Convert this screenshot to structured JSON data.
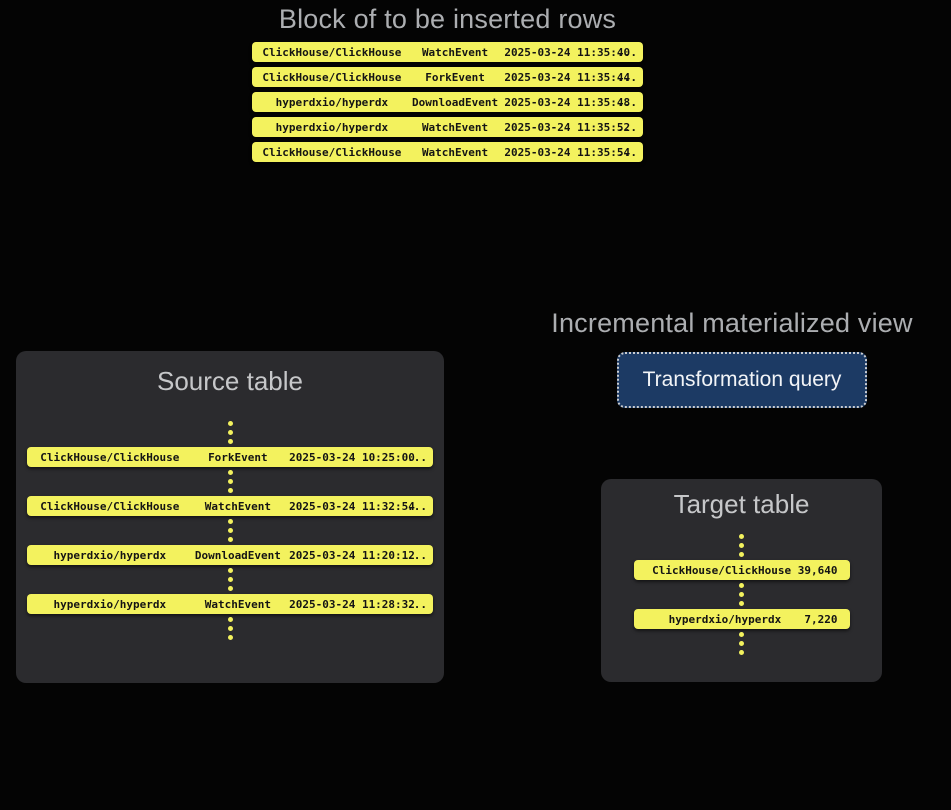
{
  "insert_block": {
    "title": "Block of to be inserted rows",
    "rows": [
      {
        "repo": "ClickHouse/ClickHouse",
        "event": "WatchEvent",
        "timestamp": "2025-03-24 11:35:40",
        "more": "..."
      },
      {
        "repo": "ClickHouse/ClickHouse",
        "event": "ForkEvent",
        "timestamp": "2025-03-24 11:35:44",
        "more": "..."
      },
      {
        "repo": "hyperdxio/hyperdx",
        "event": "DownloadEvent",
        "timestamp": "2025-03-24 11:35:48",
        "more": "..."
      },
      {
        "repo": "hyperdxio/hyperdx",
        "event": "WatchEvent",
        "timestamp": "2025-03-24 11:35:52",
        "more": "..."
      },
      {
        "repo": "ClickHouse/ClickHouse",
        "event": "WatchEvent",
        "timestamp": "2025-03-24 11:35:54",
        "more": "..."
      }
    ]
  },
  "materialized_view": {
    "title": "Incremental materialized view",
    "button_label": "Transformation query"
  },
  "source_table": {
    "title": "Source table",
    "rows": [
      {
        "repo": "ClickHouse/ClickHouse",
        "event": "ForkEvent",
        "timestamp": "2025-03-24 10:25:00",
        "more": "..."
      },
      {
        "repo": "ClickHouse/ClickHouse",
        "event": "WatchEvent",
        "timestamp": "2025-03-24 11:32:54",
        "more": "..."
      },
      {
        "repo": "hyperdxio/hyperdx",
        "event": "DownloadEvent",
        "timestamp": "2025-03-24 11:20:12",
        "more": "..."
      },
      {
        "repo": "hyperdxio/hyperdx",
        "event": "WatchEvent",
        "timestamp": "2025-03-24 11:28:32",
        "more": "..."
      }
    ]
  },
  "target_table": {
    "title": "Target table",
    "rows": [
      {
        "repo": "ClickHouse/ClickHouse",
        "count": "39,640"
      },
      {
        "repo": "hyperdxio/hyperdx",
        "count": "7,220"
      }
    ]
  },
  "colors": {
    "background": "#040404",
    "row_yellow": "#f3f25e",
    "panel_bg": "#2b2b2e",
    "button_blue": "#1c3a64",
    "title_gray": "#acaeb1"
  }
}
